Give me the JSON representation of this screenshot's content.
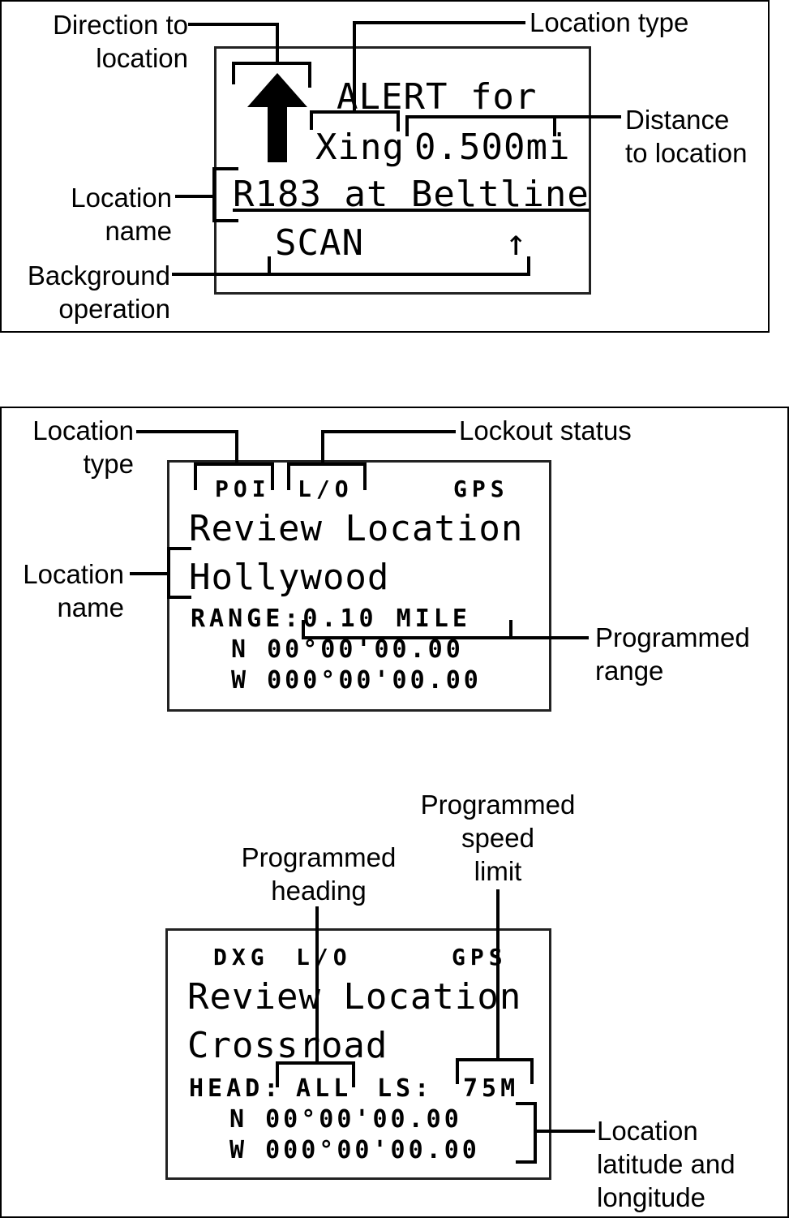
{
  "panel1": {
    "labels": {
      "direction": [
        "Direction to",
        "location"
      ],
      "location_type": "Location type",
      "distance": [
        "Distance",
        "to location"
      ],
      "location_name": [
        "Location",
        "name"
      ],
      "background": [
        "Background",
        "operation"
      ]
    },
    "lcd": {
      "arrow_icon": "up-arrow-icon",
      "alert_line": "ALERT for",
      "type_value": "Xing",
      "distance_value": "0.500mi",
      "name_value": "R183 at Beltline",
      "background_value": "SCAN",
      "status_glyph": "↑"
    }
  },
  "panel2": {
    "labels": {
      "location_type": [
        "Location",
        "type"
      ],
      "lockout": "Lockout status",
      "location_name": [
        "Location",
        "name"
      ],
      "range": [
        "Programmed",
        "range"
      ]
    },
    "lcd": {
      "type_value": "POI",
      "lockout_value": "L/O",
      "gps": "GPS",
      "title": "Review Location",
      "name_value": "Hollywood",
      "range_line": "RANGE:0.10 MILE",
      "lat_line": "N  00°00'00.00",
      "lon_line": "W 000°00'00.00"
    }
  },
  "panel3": {
    "labels": {
      "heading": [
        "Programmed",
        "heading"
      ],
      "speed": [
        "Programmed",
        "speed",
        "limit"
      ],
      "latlon": [
        "Location",
        "latitude and",
        "longitude"
      ]
    },
    "lcd": {
      "type_value": "DXG",
      "lockout_value": "L/O",
      "gps": "GPS",
      "title": "Review Location",
      "name_value": "Crossroad",
      "head_label": "HEAD:",
      "head_value": "ALL",
      "ls_label": "LS:",
      "ls_value": "75M",
      "lat_line": "N  00°00'00.00",
      "lon_line": "W 000°00'00.00"
    }
  }
}
